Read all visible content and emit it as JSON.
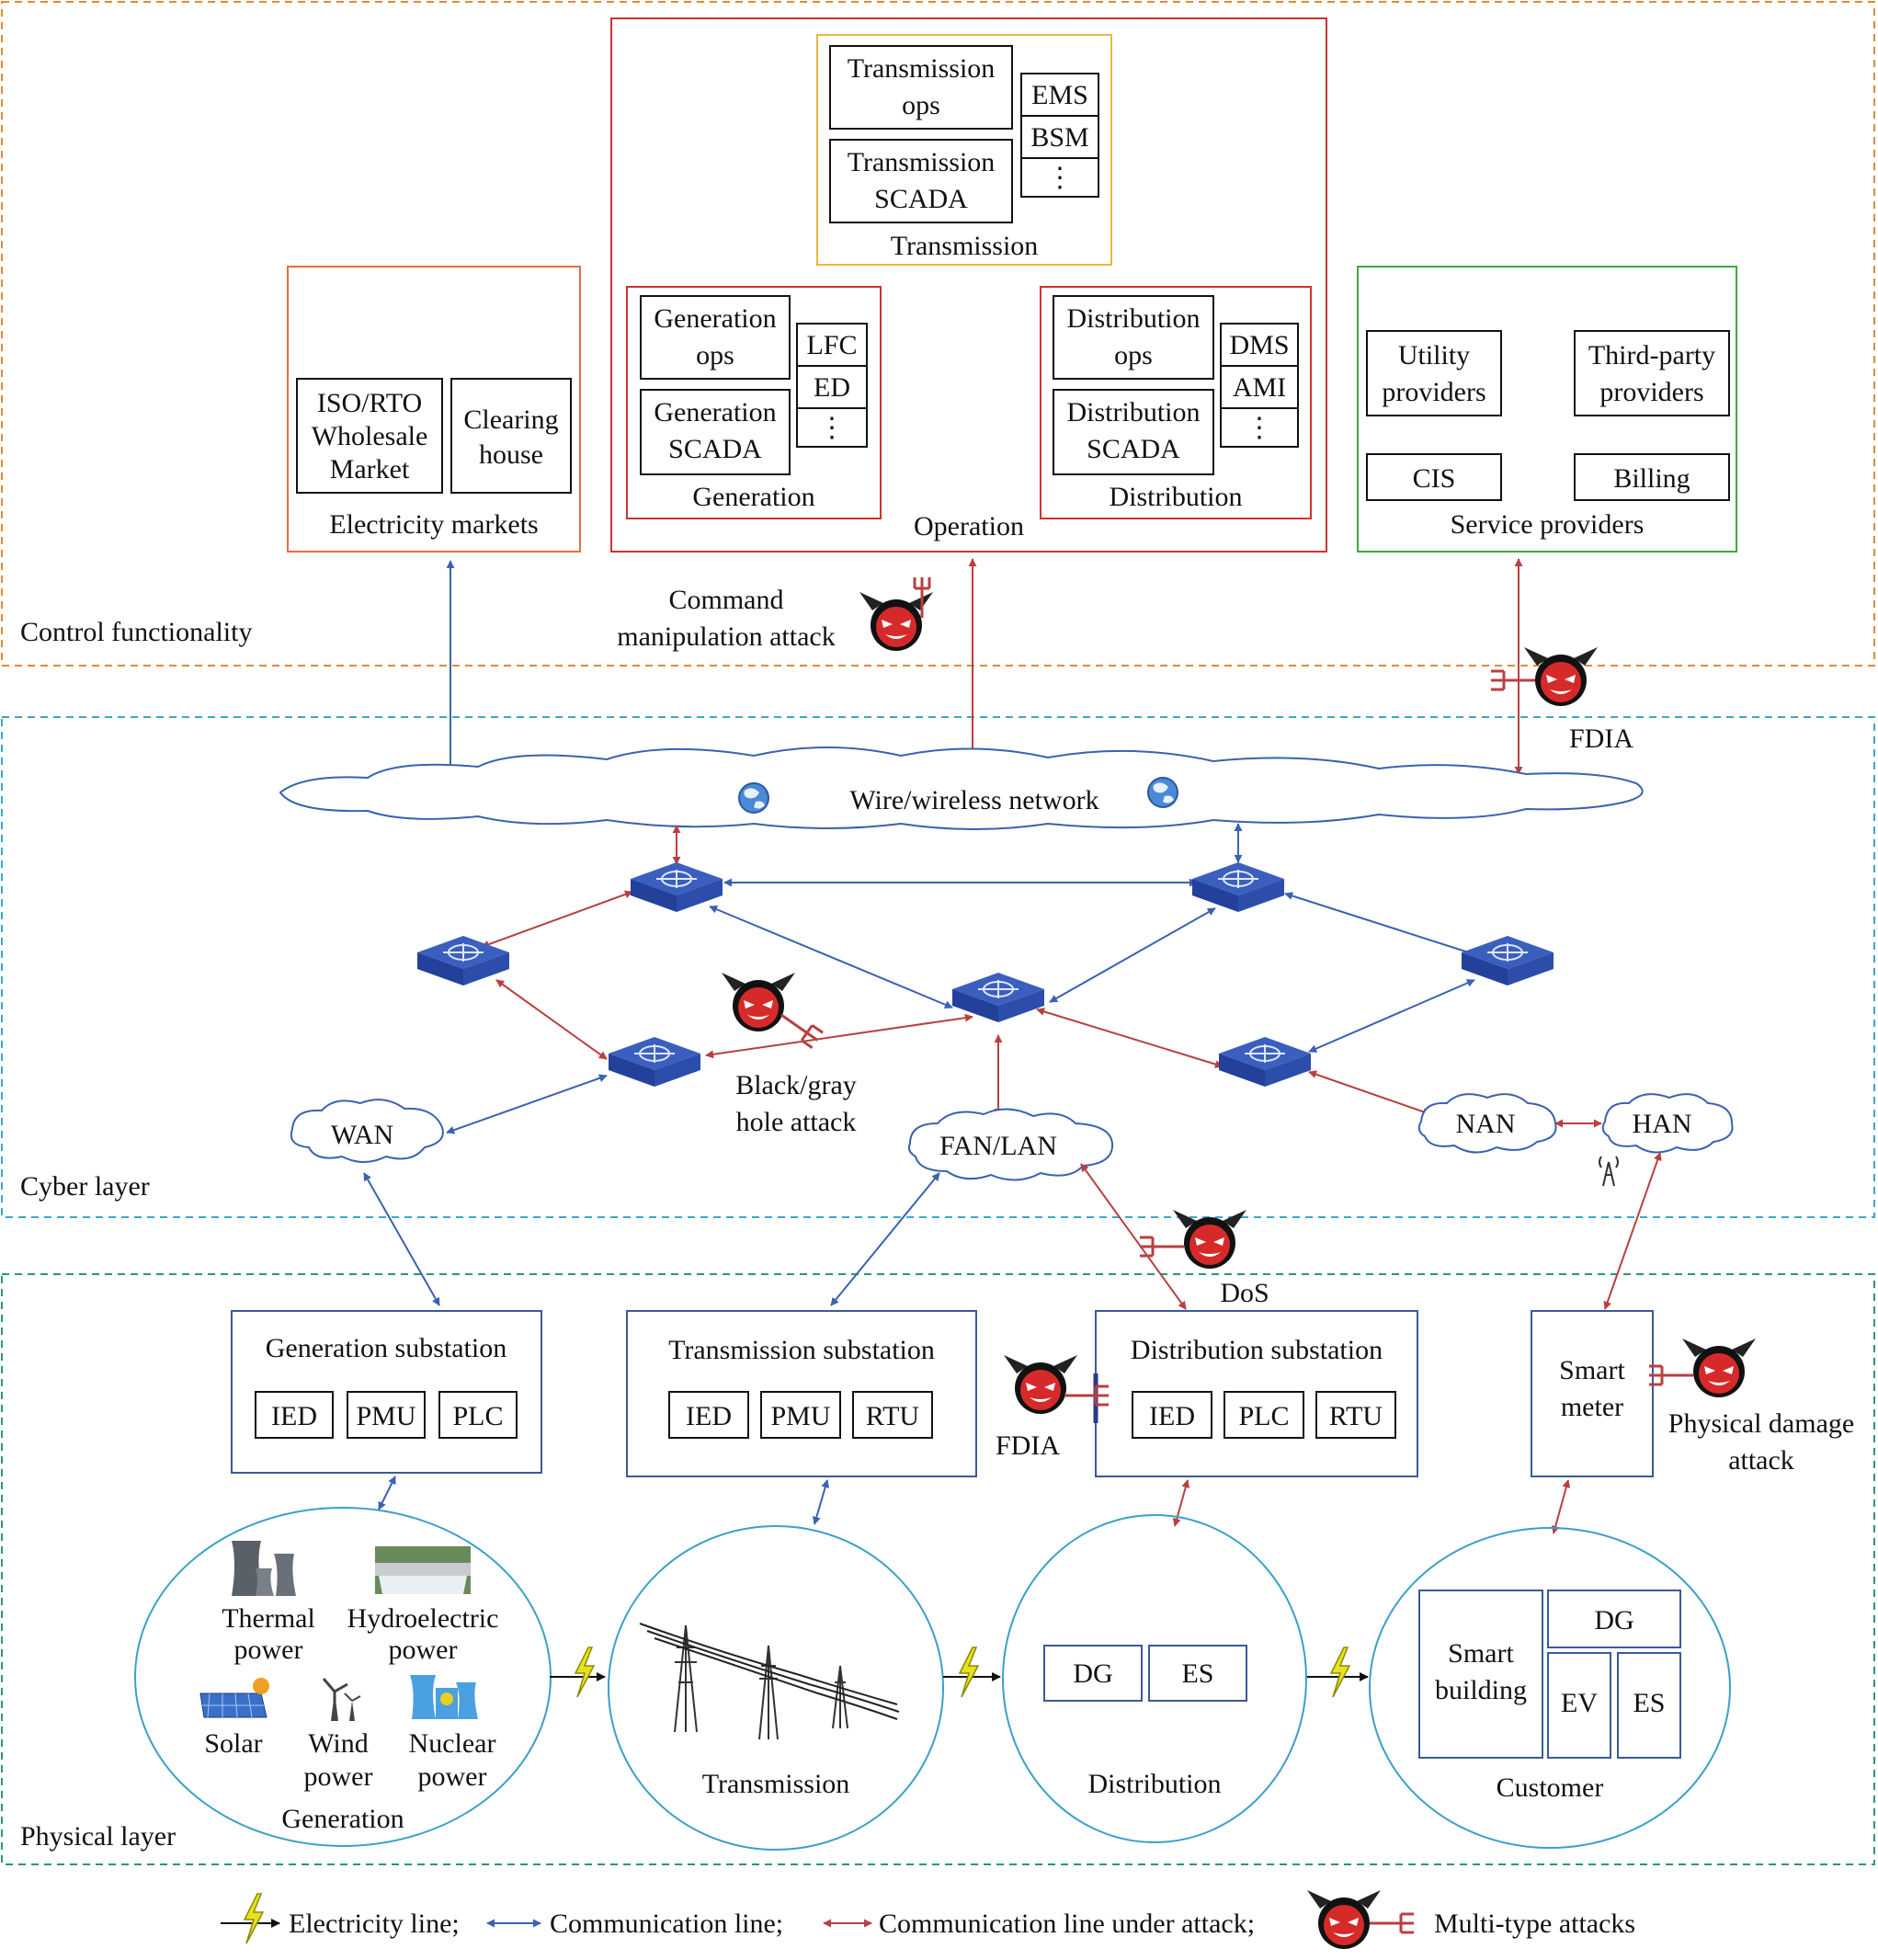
{
  "layers": {
    "control": "Control functionality",
    "cyber": "Cyber layer",
    "physical": "Physical layer"
  },
  "operation": {
    "label": "Operation",
    "transmission": {
      "label": "Transmission",
      "ops": [
        "Transmission",
        "ops"
      ],
      "scada": [
        "Transmission",
        "SCADA"
      ],
      "side": [
        "EMS",
        "BSM",
        "⋮"
      ]
    },
    "generation": {
      "label": "Generation",
      "ops": [
        "Generation",
        "ops"
      ],
      "scada": [
        "Generation",
        "SCADA"
      ],
      "side": [
        "LFC",
        "ED",
        "⋮"
      ]
    },
    "distribution": {
      "label": "Distribution",
      "ops": [
        "Distribution",
        "ops"
      ],
      "scada": [
        "Distribution",
        "SCADA"
      ],
      "side": [
        "DMS",
        "AMI",
        "⋮"
      ]
    }
  },
  "markets": {
    "label": "Electricity markets",
    "iso": [
      "ISO/RTO",
      "Wholesale",
      "Market"
    ],
    "clearing": [
      "Clearing",
      "house"
    ]
  },
  "services": {
    "label": "Service providers",
    "utility": [
      "Utility",
      "providers"
    ],
    "third": [
      "Third-party",
      "providers"
    ],
    "cis": "CIS",
    "billing": "Billing"
  },
  "attacks": {
    "command": [
      "Command",
      "manipulation attack"
    ],
    "fdia_top": "FDIA",
    "blackhole": [
      "Black/gray",
      "hole attack"
    ],
    "dos": "DoS",
    "fdia_sub": "FDIA",
    "physical": [
      "Physical damage",
      "attack"
    ]
  },
  "network": {
    "cloud": "Wire/wireless network",
    "wan": "WAN",
    "fanlan": "FAN/LAN",
    "nan": "NAN",
    "han": "HAN"
  },
  "substations": {
    "generation": {
      "title": "Generation substation",
      "devices": [
        "IED",
        "PMU",
        "PLC"
      ]
    },
    "transmission": {
      "title": "Transmission substation",
      "devices": [
        "IED",
        "PMU",
        "RTU"
      ]
    },
    "distribution": {
      "title": "Distribution substation",
      "devices": [
        "IED",
        "PLC",
        "RTU"
      ]
    },
    "smart_meter": [
      "Smart",
      "meter"
    ]
  },
  "physical": {
    "generation": {
      "label": "Generation",
      "thermal": [
        "Thermal",
        "power"
      ],
      "hydro": [
        "Hydroelectric",
        "power"
      ],
      "solar": "Solar",
      "wind": [
        "Wind",
        "power"
      ],
      "nuclear": [
        "Nuclear",
        "power"
      ]
    },
    "transmission": "Transmission",
    "distribution": {
      "label": "Distribution",
      "dg": "DG",
      "es": "ES"
    },
    "customer": {
      "label": "Customer",
      "building": [
        "Smart",
        "building"
      ],
      "dg": "DG",
      "ev": "EV",
      "es": "ES"
    }
  },
  "legend": {
    "electricity": "Electricity line;",
    "communication": "Communication line;",
    "attack_line": "Communication line under attack;",
    "multi": "Multi-type attacks"
  },
  "colors": {
    "comm": "#3a62b0",
    "attack": "#b84040",
    "control_border": "#e08a3a",
    "cyber_border": "#3aa8c8",
    "physical_border": "#2a9a6a",
    "operation_border": "#cc3333",
    "transmission_border": "#e8b840",
    "markets_border": "#e07040",
    "services_border": "#40a840",
    "ellipse": "#3aa0c8",
    "substation": "#3a5a9a"
  }
}
